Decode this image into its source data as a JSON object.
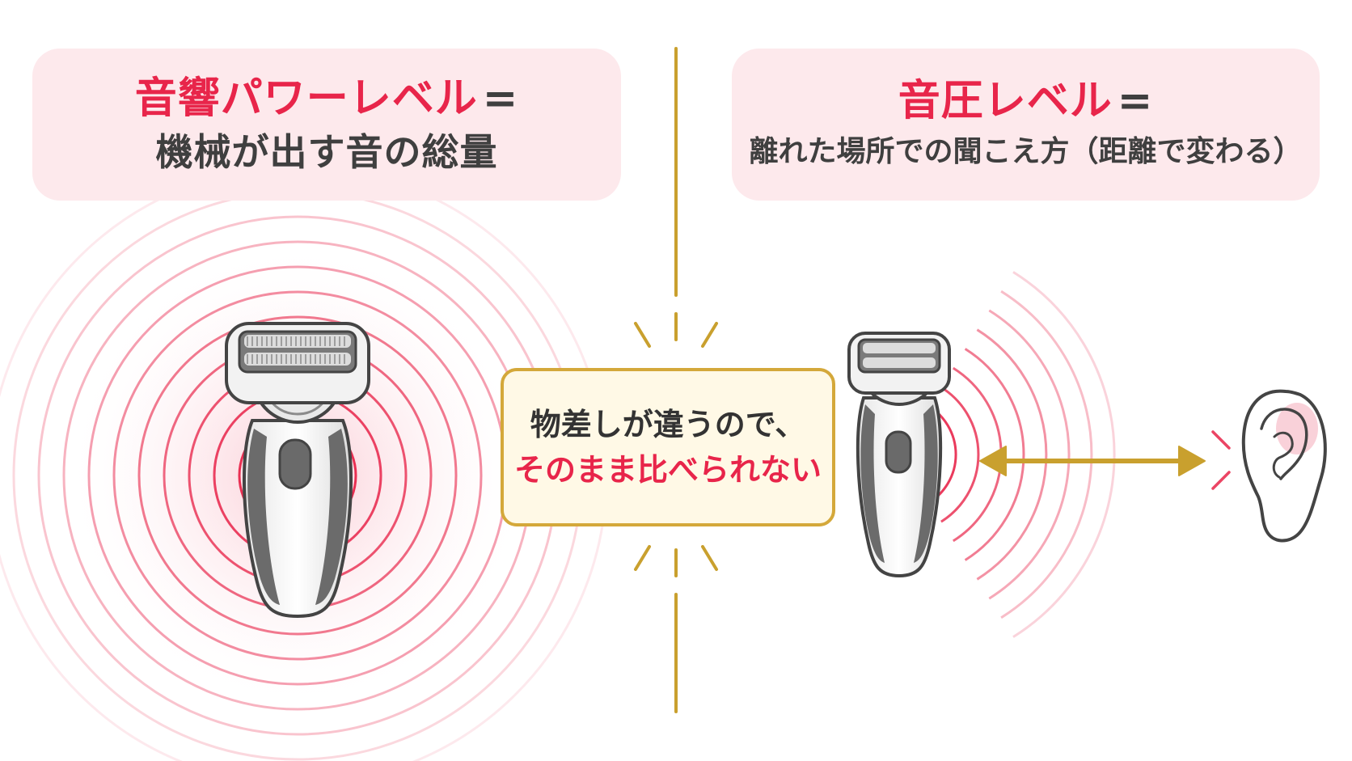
{
  "left_panel": {
    "title_red": "音響パワーレベル",
    "title_eq": "=",
    "subtitle": "機械が出す音の総量"
  },
  "right_panel": {
    "title_red": "音圧レベル",
    "title_eq": "=",
    "subtitle": "離れた場所での聞こえ方（距離で変わる）"
  },
  "center_note": {
    "line1": "物差しが違うので、",
    "line2": "そのまま比べられない"
  },
  "icons": {
    "left": [
      "shaver-icon",
      "sound-waves-icon"
    ],
    "center": [
      "divider-line",
      "burst-lines-icon"
    ],
    "right": [
      "shaver-icon",
      "sound-waves-icon",
      "double-arrow-icon",
      "ear-icon"
    ]
  },
  "colors": {
    "accent_red": "#e8254a",
    "title_box_bg": "#fde9ec",
    "gold": "#d4a83a",
    "note_bg": "#fff9e6",
    "text_dark": "#3f3f3f"
  }
}
